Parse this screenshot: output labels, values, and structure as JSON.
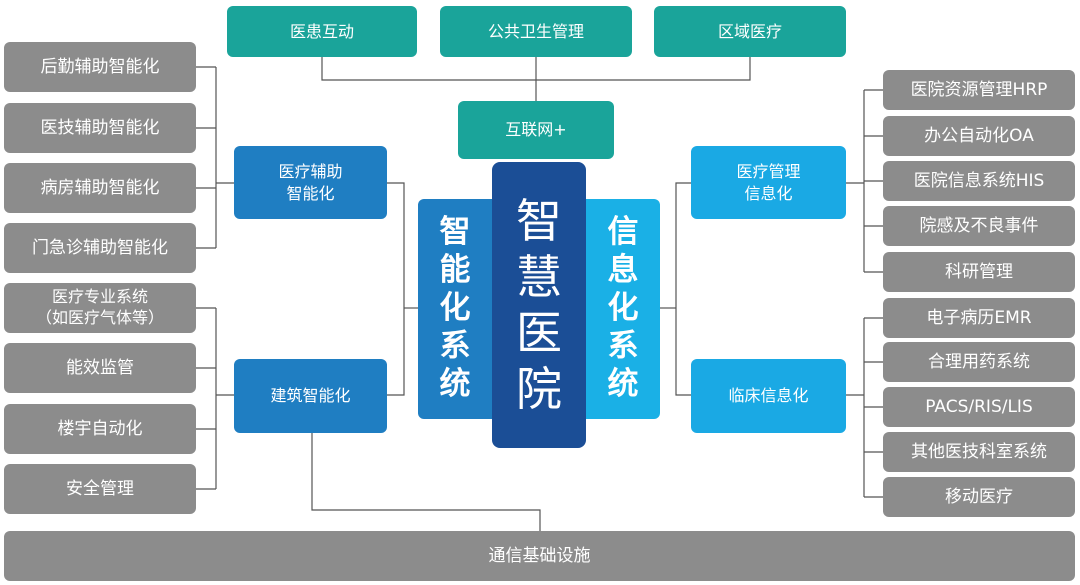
{
  "top_items": [
    "医患互动",
    "公共卫生管理",
    "区域医疗"
  ],
  "internet": "互联网+",
  "center": {
    "title": "智慧医院",
    "left_pillar": "智能化系统",
    "right_pillar": "信息化系统"
  },
  "left_groups": [
    {
      "label": "医疗辅助\n智能化",
      "items": [
        "后勤辅助智能化",
        "医技辅助智能化",
        "病房辅助智能化",
        "门急诊辅助智能化"
      ]
    },
    {
      "label": "建筑智能化",
      "items": [
        "医疗专业系统\n（如医疗气体等）",
        "能效监管",
        "楼宇自动化",
        "安全管理"
      ]
    }
  ],
  "right_groups": [
    {
      "label": "医疗管理\n信息化",
      "items": [
        "医院资源管理HRP",
        "办公自动化OA",
        "医院信息系统HIS",
        "院感及不良事件",
        "科研管理"
      ]
    },
    {
      "label": "临床信息化",
      "items": [
        "电子病历EMR",
        "合理用药系统",
        "PACS/RIS/LIS",
        "其他医技科室系统",
        "移动医疗"
      ]
    }
  ],
  "infrastructure": "通信基础设施",
  "colors": {
    "gray": "#8c8c8c",
    "teal": "#1aa49a",
    "left_mid": "#1f7ec2",
    "left_pillar": "#1f7ec2",
    "center": "#1b4e96",
    "right_mid": "#1aa9e4",
    "right_pillar": "#1ab0e6",
    "connector": "#555555"
  }
}
